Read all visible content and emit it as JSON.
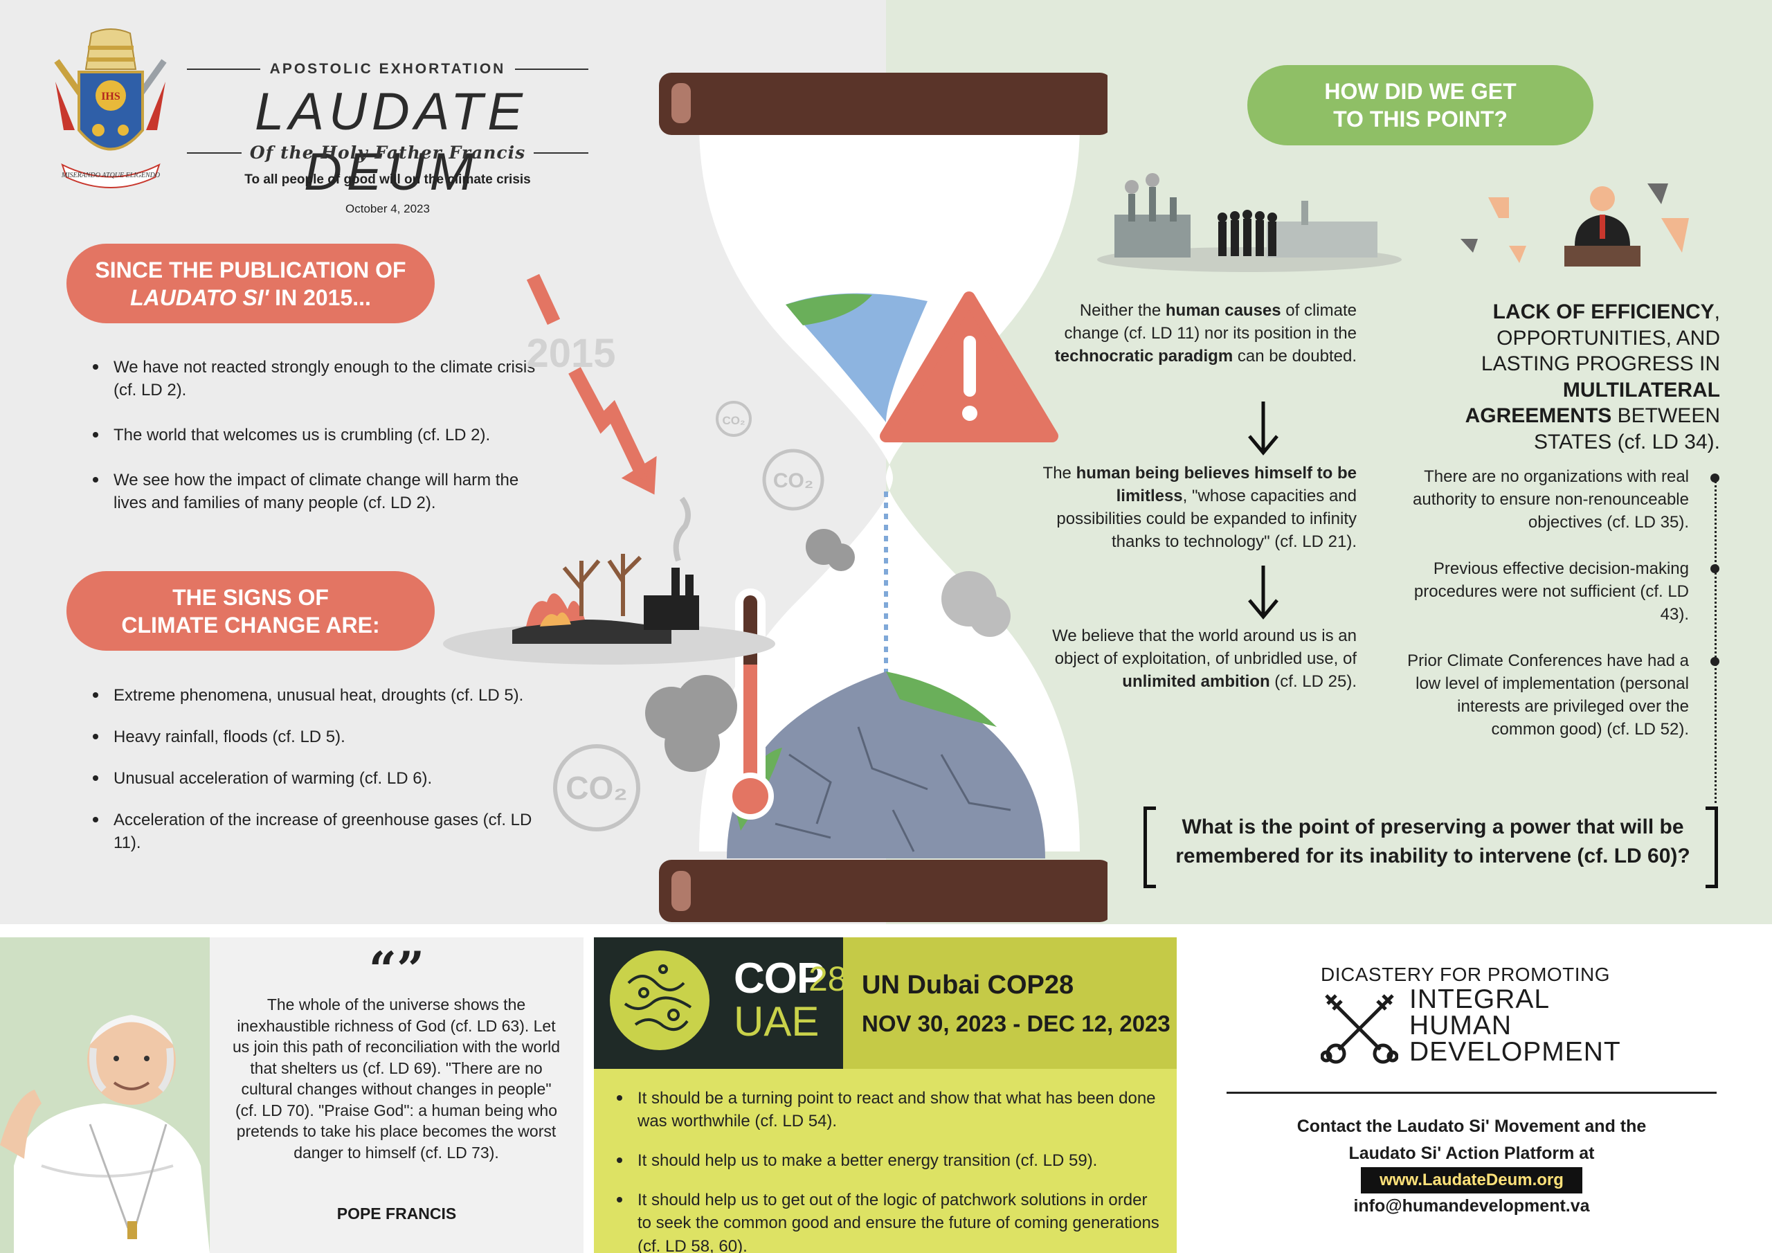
{
  "header": {
    "kicker": "APOSTOLIC EXHORTATION",
    "title": "LAUDATE DEUM",
    "byline": "Of the Holy Father Francis",
    "tagline": "To all people of good will on the climate crisis",
    "date": "October 4, 2023",
    "crest_motto": "MISERANDO ATQUE ELIGENDO"
  },
  "since": {
    "line1": "SINCE THE PUBLICATION OF",
    "line2_italic": "LAUDATO SI'",
    "line2_rest": " IN 2015...",
    "items": [
      "We have not reacted strongly enough to the climate crisis (cf. LD 2).",
      "The world that welcomes us is crumbling (cf. LD 2).",
      "We see how the impact of climate change will harm the lives and families of many people (cf. LD 2)."
    ]
  },
  "signs": {
    "line1": "THE SIGNS OF",
    "line2": "CLIMATE CHANGE ARE:",
    "items": [
      "Extreme phenomena, unusual heat, droughts (cf. LD 5).",
      "Heavy rainfall, floods (cf. LD 5).",
      "Unusual acceleration of warming (cf. LD 6).",
      "Acceleration of the increase of greenhouse gases (cf. LD 11)."
    ]
  },
  "illustration": {
    "year": "2015",
    "co2": "CO",
    "co2_sub": "2"
  },
  "how": {
    "line1": "HOW DID WE GET",
    "line2": "TO THIS POINT?"
  },
  "causes": {
    "c1": {
      "a": "Neither the ",
      "b": "human causes",
      "c": " of climate change (cf. LD 11) nor its position in the ",
      "d": "technocratic paradigm",
      "e": " can be doubted."
    },
    "c2": {
      "a": "The ",
      "b": "human being believes himself to be limitless",
      "c": ", \"whose capacities and possibilities could be expanded to infinity thanks to technology\" (cf. LD 21)."
    },
    "c3": {
      "a": "We believe that the world around us is an object of exploitation, of unbridled use, of ",
      "b": "unlimited ambition",
      "c": " (cf. LD 25)."
    }
  },
  "lack": {
    "a": "LACK OF EFFICIENCY",
    "b": ", OPPORTUNITIES, AND LASTING PROGRESS IN ",
    "c": "MULTILATERAL AGREEMENTS",
    "d": " BETWEEN STATES (cf. LD 34).",
    "reasons": [
      "There are no organizations with real authority to ensure non-renounceable objectives (cf. LD 35).",
      "Previous effective decision-making procedures were not sufficient (cf. LD 43).",
      "Prior Climate Conferences have had a low level of implementation (personal interests are privileged over the common good) (cf. LD 52)."
    ]
  },
  "question": "What is the point of preserving a power that will be remembered for its inability to intervene (cf. LD 60)?",
  "pope_quote": {
    "marks": "“”",
    "body": "The whole of the universe shows the inexhaustible richness of God (cf. LD 63). Let us join this path of reconciliation with the world that shelters us (cf. LD 69). \"There are no cultural changes without changes in people\" (cf. LD 70). \"Praise God\": a human being who pretends to take his place becomes the worst danger to himself (cf. LD 73).",
    "author": "POPE FRANCIS"
  },
  "cop": {
    "logo_cop": "COP",
    "logo_num": "28",
    "logo_uae": "UAE",
    "title": "UN Dubai COP28",
    "dates": "NOV 30, 2023 - DEC 12, 2023",
    "items": [
      "It should be a turning point to react and show that what has been done was worthwhile (cf. LD 54).",
      "It should help us to make a better energy transition (cf. LD 59).",
      "It should help us to get out of the logic of patchwork solutions in order to seek the common good and ensure the future of coming generations (cf. LD 58, 60)."
    ]
  },
  "dicastery": {
    "title": "DICASTERY FOR PROMOTING",
    "line1": "INTEGRAL",
    "line2": "HUMAN",
    "line3": "DEVELOPMENT",
    "contact1": "Contact the Laudato Si' Movement and the",
    "contact2": "Laudato Si' Action Platform at",
    "website": "www.LaudateDeum.org",
    "email": "info@humandevelopment.va"
  },
  "colors": {
    "accent_red": "#e37563",
    "accent_green": "#8fbf66",
    "cop_yellow": "#dde264",
    "hourglass_frame": "#5a3429"
  }
}
